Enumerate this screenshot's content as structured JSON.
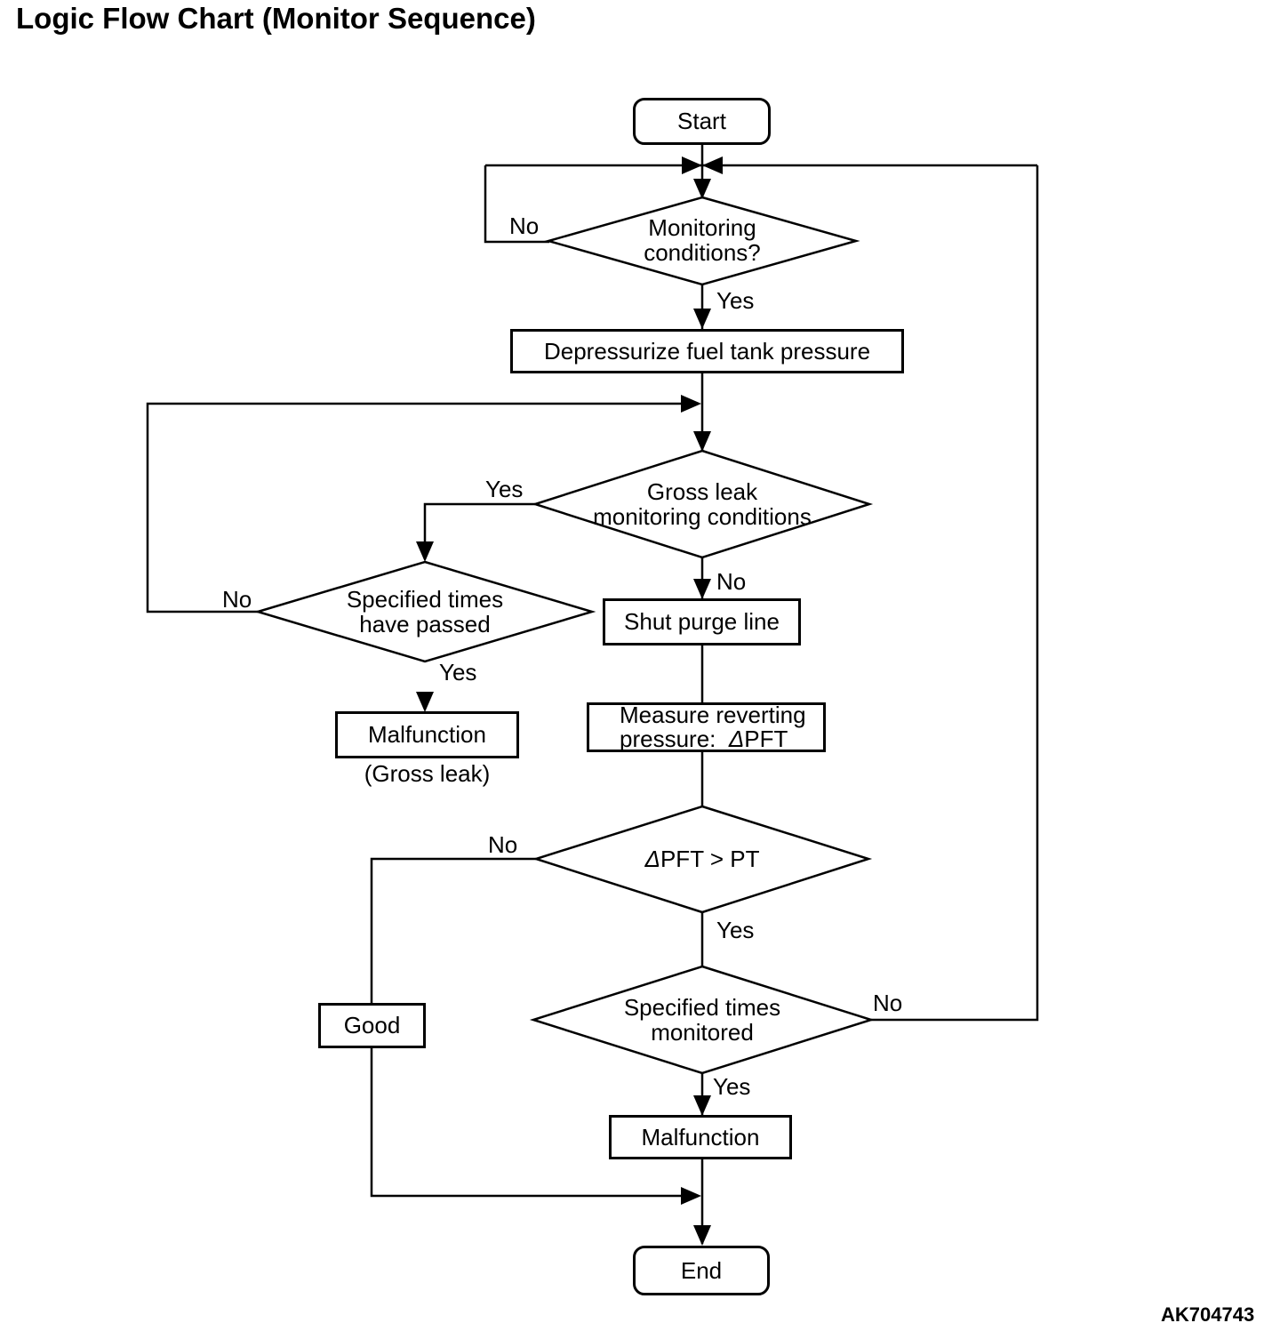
{
  "title": "Logic Flow Chart (Monitor Sequence)",
  "figure_code": "AK704743",
  "colors": {
    "line": "#000000",
    "background": "#ffffff",
    "text": "#000000"
  },
  "nodes": {
    "start": {
      "label": "Start"
    },
    "monitoring": {
      "line1": "Monitoring",
      "line2": "conditions?"
    },
    "depressurize": {
      "label": "Depressurize fuel tank pressure"
    },
    "gross_leak": {
      "line1": "Gross leak",
      "line2": "monitoring conditions"
    },
    "specified_passed": {
      "line1": "Specified times",
      "line2": "have passed"
    },
    "malfunction_gross": {
      "label": "Malfunction",
      "caption": "(Gross leak)"
    },
    "shut_purge": {
      "label": "Shut purge line"
    },
    "measure": {
      "line1": "Measure reverting",
      "line2_prefix": "pressure:  ",
      "delta": "Δ",
      "line2_suffix": "PFT"
    },
    "pft_compare": {
      "delta": "Δ",
      "text": "PFT > PT"
    },
    "specified_monitored": {
      "line1": "Specified times",
      "line2": "monitored"
    },
    "malfunction": {
      "label": "Malfunction"
    },
    "good": {
      "label": "Good"
    },
    "end": {
      "label": "End"
    }
  },
  "edge_labels": {
    "monitoring_no": "No",
    "monitoring_yes": "Yes",
    "gross_leak_yes": "Yes",
    "gross_leak_no": "No",
    "specified_passed_no": "No",
    "specified_passed_yes": "Yes",
    "pft_no": "No",
    "pft_yes": "Yes",
    "monitored_no": "No",
    "monitored_yes": "Yes"
  }
}
